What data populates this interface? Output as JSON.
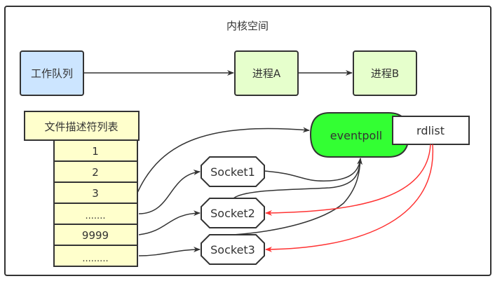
{
  "container": {
    "title": "内核空间"
  },
  "nodes": {
    "work_queue": {
      "label": "工作队列",
      "fill": "#cce5ff"
    },
    "process_a": {
      "label": "进程A",
      "fill": "#e6ffcc"
    },
    "process_b": {
      "label": "进程B",
      "fill": "#e6ffcc"
    },
    "eventpoll": {
      "label": "eventpoll",
      "fill": "#33ff33"
    },
    "rdlist": {
      "label": "rdlist",
      "fill": "#ffffff"
    }
  },
  "fd_table": {
    "header": "文件描述符列表",
    "fill": "#ffffcc",
    "rows": [
      "1",
      "2",
      "3",
      ".......",
      "9999",
      "........."
    ]
  },
  "sockets": [
    {
      "label": "Socket1"
    },
    {
      "label": "Socket2"
    },
    {
      "label": "Socket3"
    }
  ],
  "colors": {
    "stroke": "#333333",
    "ready_link": "#ff3333"
  }
}
